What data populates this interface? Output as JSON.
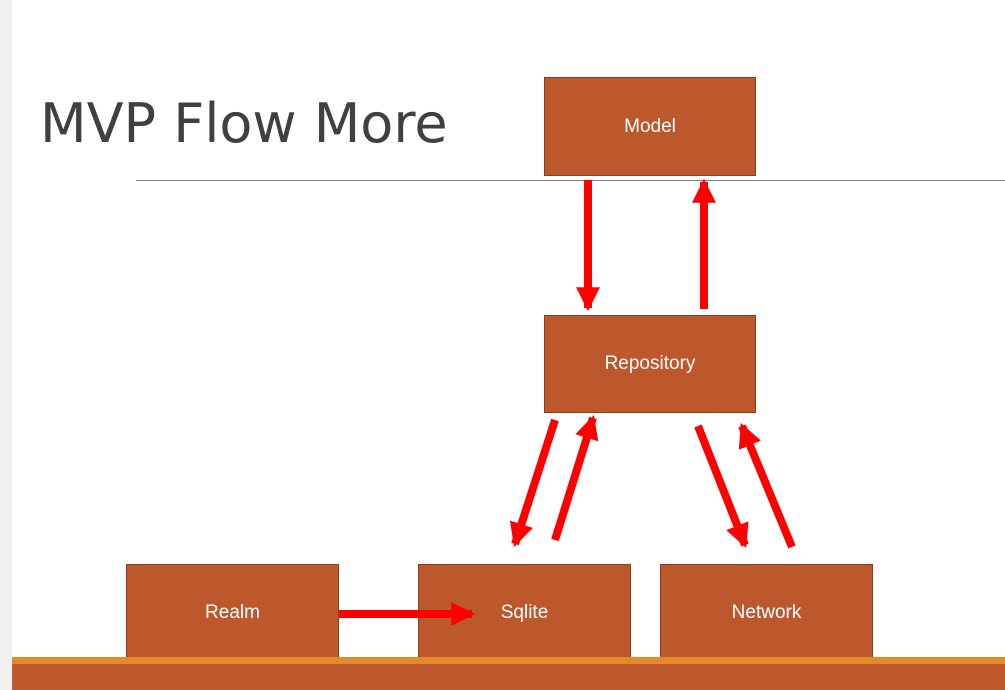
{
  "slide": {
    "title": "MVP Flow More"
  },
  "nodes": {
    "model": "Model",
    "repository": "Repository",
    "realm": "Realm",
    "sqlite": "Sqlite",
    "network": "Network"
  },
  "colors": {
    "box_fill": "#bc582c",
    "box_border": "#8f3d1a",
    "arrow": "#ff0000",
    "accent_line": "#e58a2c",
    "title_text": "#404040"
  },
  "edges": [
    {
      "from": "Model",
      "to": "Repository"
    },
    {
      "from": "Repository",
      "to": "Model"
    },
    {
      "from": "Repository",
      "to": "Sqlite"
    },
    {
      "from": "Sqlite",
      "to": "Repository"
    },
    {
      "from": "Repository",
      "to": "Network"
    },
    {
      "from": "Network",
      "to": "Repository"
    },
    {
      "from": "Realm",
      "to": "Sqlite"
    }
  ]
}
